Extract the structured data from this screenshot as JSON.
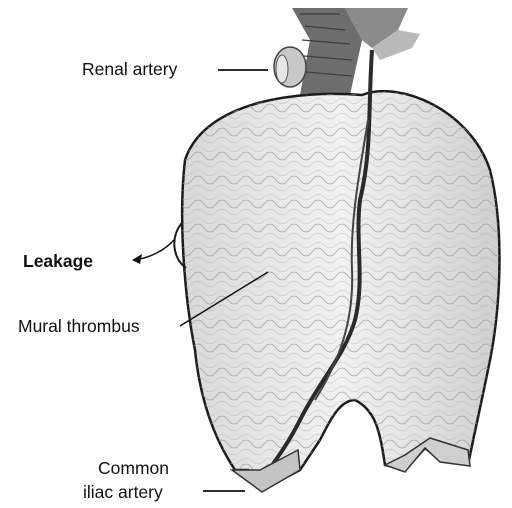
{
  "labels": {
    "renal_artery": "Renal artery",
    "leakage": "Leakage",
    "mural_thrombus": "Mural thrombus",
    "common_line1": "Common",
    "common_line2": "iliac artery"
  }
}
